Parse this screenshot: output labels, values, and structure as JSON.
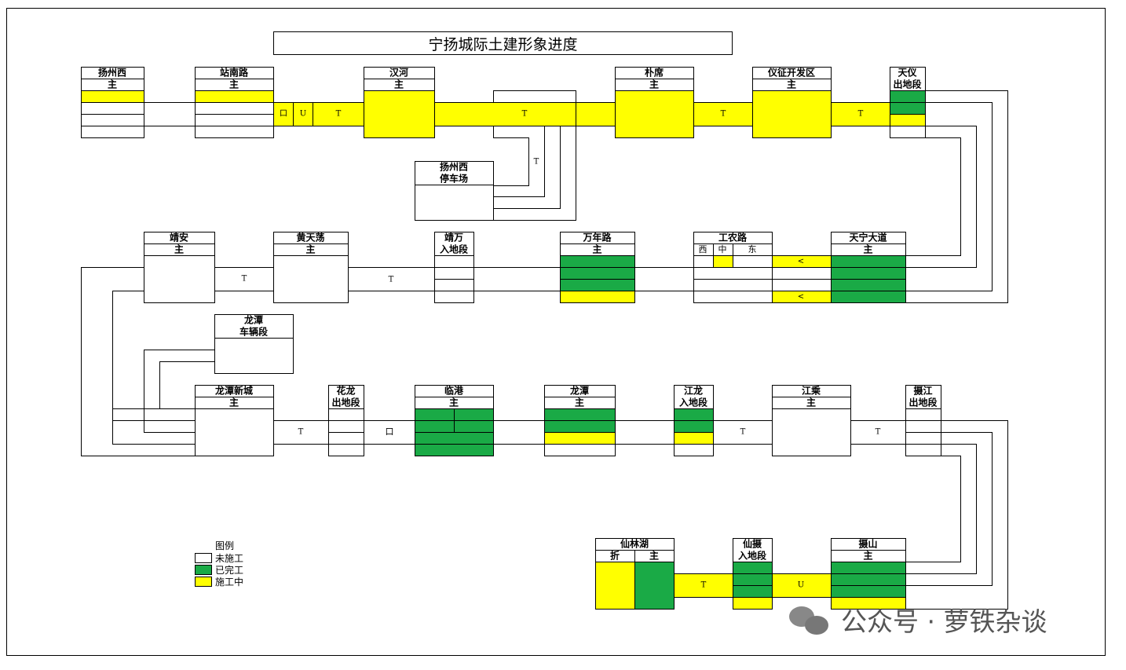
{
  "title": "宁扬城际土建形象进度",
  "colors": {
    "done": "#1aaa46",
    "in_progress": "#ffff00",
    "not_started": "#ffffff",
    "line": "#000000"
  },
  "legend": {
    "title": "图例",
    "items": [
      {
        "key": "not_started",
        "label": "未施工"
      },
      {
        "key": "done",
        "label": "已完工"
      },
      {
        "key": "in_progress",
        "label": "施工中"
      }
    ]
  },
  "watermark": {
    "text": "公众号 · 萝铁杂谈",
    "icon": "wechat-icon"
  },
  "stations": [
    {
      "id": "yangzhouxi",
      "name": "扬州西",
      "sub": "主"
    },
    {
      "id": "zhannanlu",
      "name": "站南路",
      "sub": "主"
    },
    {
      "id": "hanhe",
      "name": "汉河",
      "sub": "主"
    },
    {
      "id": "puxi",
      "name": "朴席",
      "sub": "主"
    },
    {
      "id": "yizheng",
      "name": "仪征开发区",
      "sub": "主"
    },
    {
      "id": "tianyi",
      "name": "天仪\n出地段",
      "sub": ""
    },
    {
      "id": "depot_yzx",
      "name": "扬州西\n停车场",
      "sub": ""
    },
    {
      "id": "jingan",
      "name": "靖安",
      "sub": "主"
    },
    {
      "id": "huangtiandang",
      "name": "黄天荡",
      "sub": "主"
    },
    {
      "id": "jingwan",
      "name": "靖万\n入地段",
      "sub": ""
    },
    {
      "id": "wannianlu",
      "name": "万年路",
      "sub": "主"
    },
    {
      "id": "gongnonglu",
      "name": "工农路",
      "sub": "",
      "parts": [
        "西",
        "中",
        "东"
      ]
    },
    {
      "id": "tianning",
      "name": "天宁大道",
      "sub": "主"
    },
    {
      "id": "depot_lt",
      "name": "龙潭\n车辆段",
      "sub": ""
    },
    {
      "id": "longtanxincheng",
      "name": "龙潭新城",
      "sub": "主"
    },
    {
      "id": "hualong",
      "name": "花龙\n出地段",
      "sub": ""
    },
    {
      "id": "lingang",
      "name": "临港",
      "sub": "主"
    },
    {
      "id": "longtan",
      "name": "龙潭",
      "sub": "主"
    },
    {
      "id": "jianglong",
      "name": "江龙\n入地段",
      "sub": ""
    },
    {
      "id": "jiangcheng",
      "name": "江乘",
      "sub": "主"
    },
    {
      "id": "shejiang",
      "name": "摄江\n出地段",
      "sub": ""
    },
    {
      "id": "xianlinhu",
      "name": "仙林湖",
      "sub": "",
      "parts": [
        "折",
        "主"
      ]
    },
    {
      "id": "xianshe",
      "name": "仙摄\n入地段",
      "sub": ""
    },
    {
      "id": "sheshan",
      "name": "摄山",
      "sub": "主"
    }
  ],
  "section_labels": {
    "tunnel": "T",
    "u_trough": "U",
    "box": "口",
    "chevron": "<"
  }
}
